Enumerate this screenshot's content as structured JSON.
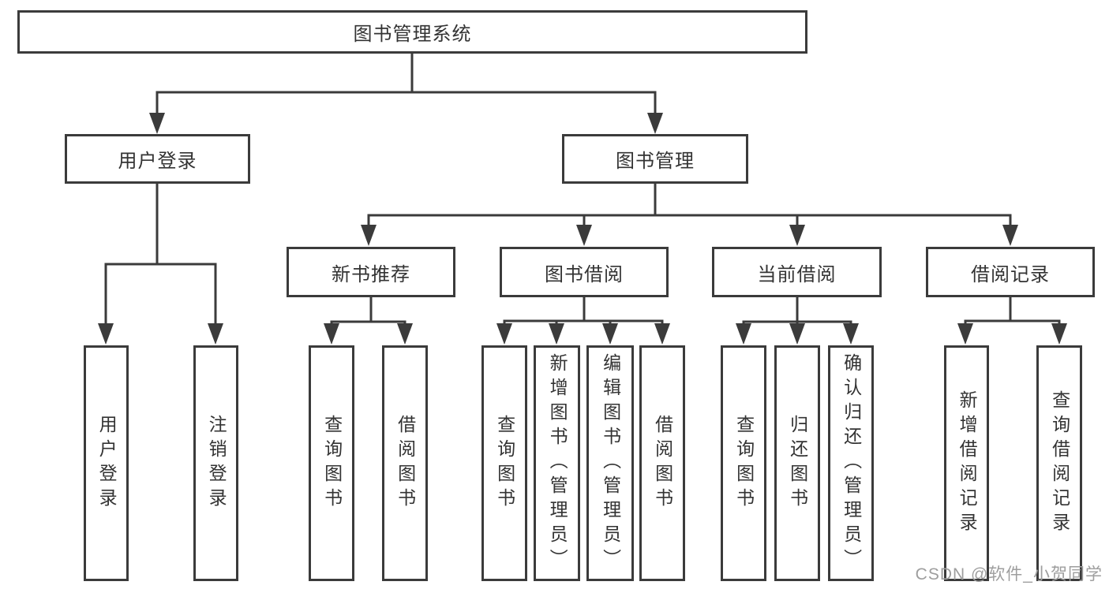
{
  "diagram": {
    "root": {
      "label": "图书管理系统"
    },
    "level2": {
      "user_login": {
        "label": "用户登录"
      },
      "book_mgmt": {
        "label": "图书管理"
      }
    },
    "level3": {
      "new_books": {
        "label": "新书推荐"
      },
      "book_borrow": {
        "label": "图书借阅"
      },
      "current_borrow": {
        "label": "当前借阅"
      },
      "borrow_records": {
        "label": "借阅记录"
      }
    },
    "leaves": {
      "user_login": [
        {
          "label": "用户登录"
        },
        {
          "label": "注销登录"
        }
      ],
      "new_books": [
        {
          "label": "查询图书"
        },
        {
          "label": "借阅图书"
        }
      ],
      "book_borrow": [
        {
          "label": "查询图书"
        },
        {
          "label": "新增图书（管理员）"
        },
        {
          "label": "编辑图书（管理员）"
        },
        {
          "label": "借阅图书"
        }
      ],
      "current_borrow": [
        {
          "label": "查询图书"
        },
        {
          "label": "归还图书"
        },
        {
          "label": "确认归还（管理员）"
        }
      ],
      "borrow_records": [
        {
          "label": "新增借阅记录"
        },
        {
          "label": "查询借阅记录"
        }
      ]
    },
    "line_color": "#3b3b3b"
  },
  "watermark": {
    "text": "CSDN @软件_小贺同学",
    "color": "#9e9e9e"
  }
}
